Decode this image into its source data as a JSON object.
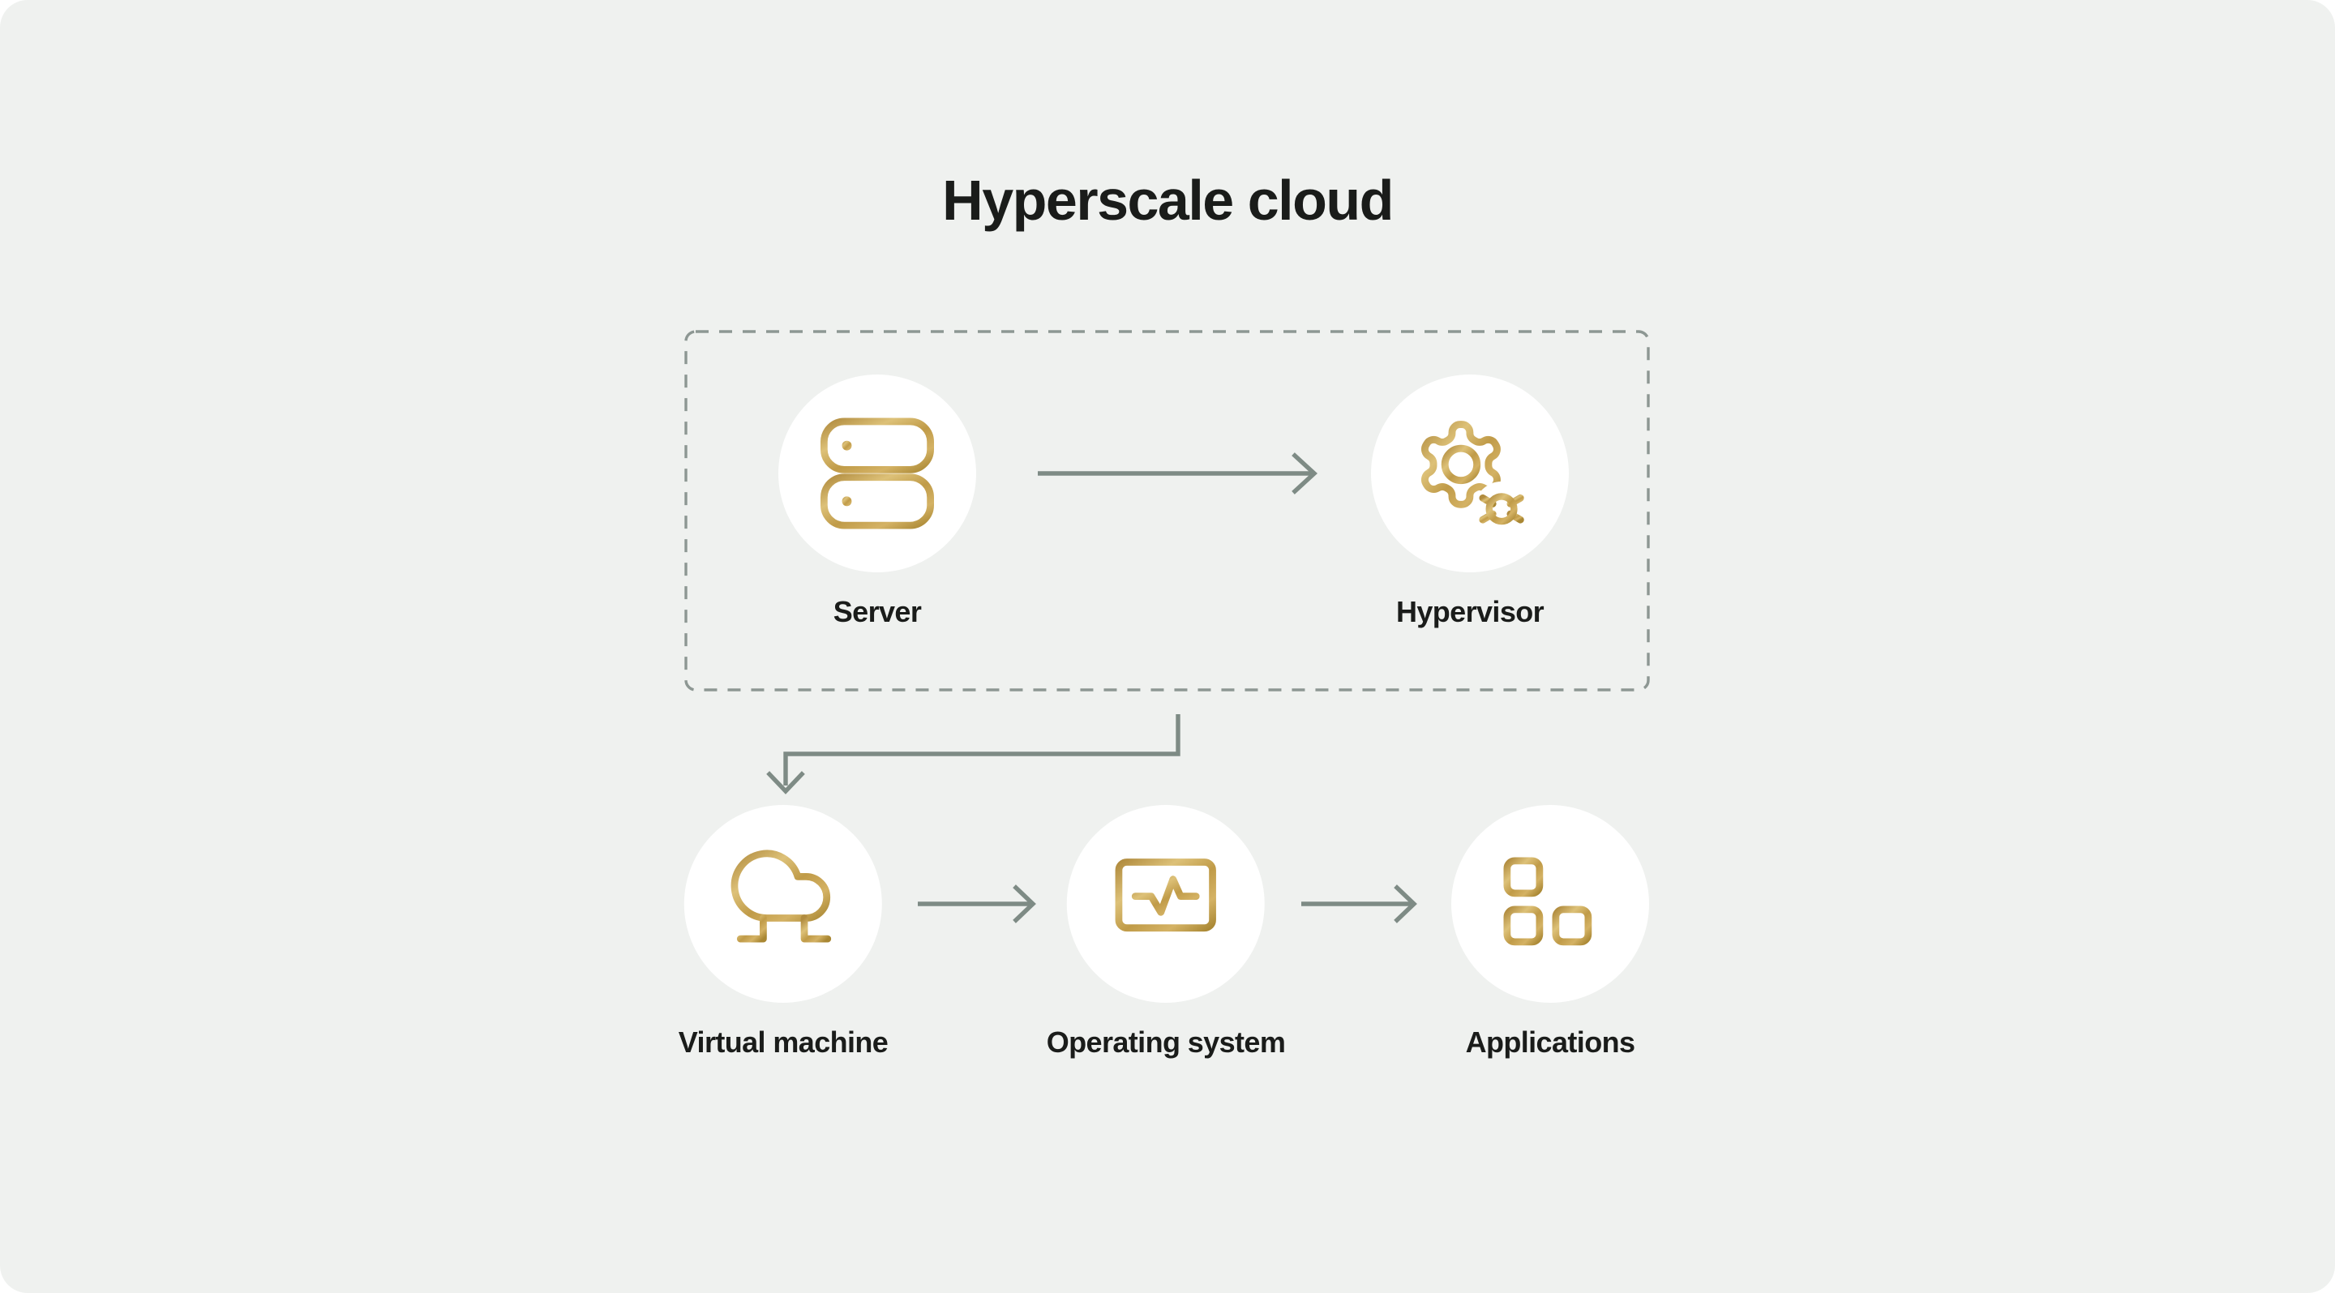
{
  "title": "Hyperscale cloud",
  "nodes": [
    {
      "id": "server",
      "label": "Server",
      "icon": "server-icon"
    },
    {
      "id": "hypervisor",
      "label": "Hypervisor",
      "icon": "gears-icon"
    },
    {
      "id": "virtual-machine",
      "label": "Virtual machine",
      "icon": "cloud-vm-icon"
    },
    {
      "id": "operating-system",
      "label": "Operating system",
      "icon": "monitor-pulse-icon"
    },
    {
      "id": "applications",
      "label": "Applications",
      "icon": "app-grid-plus-icon"
    }
  ],
  "groups": [
    {
      "id": "host-group",
      "contains": [
        "server",
        "hypervisor"
      ],
      "style": "dashed-outline"
    }
  ],
  "edges": [
    {
      "from": "server",
      "to": "hypervisor",
      "type": "straight-arrow"
    },
    {
      "from": "host-group",
      "to": "virtual-machine",
      "type": "elbow-arrow"
    },
    {
      "from": "virtual-machine",
      "to": "operating-system",
      "type": "straight-arrow"
    },
    {
      "from": "operating-system",
      "to": "applications",
      "type": "straight-arrow"
    }
  ],
  "colors": {
    "card_background": "#eff1ef",
    "page_background": "#ffffff",
    "circle_background": "#ffffff",
    "text": "#1a1c1a",
    "arrow": "#7e8b85",
    "dashed_border": "#8d9793",
    "gold_dark": "#a98733",
    "gold_mid": "#c09b48",
    "gold_light": "#ddc178"
  }
}
